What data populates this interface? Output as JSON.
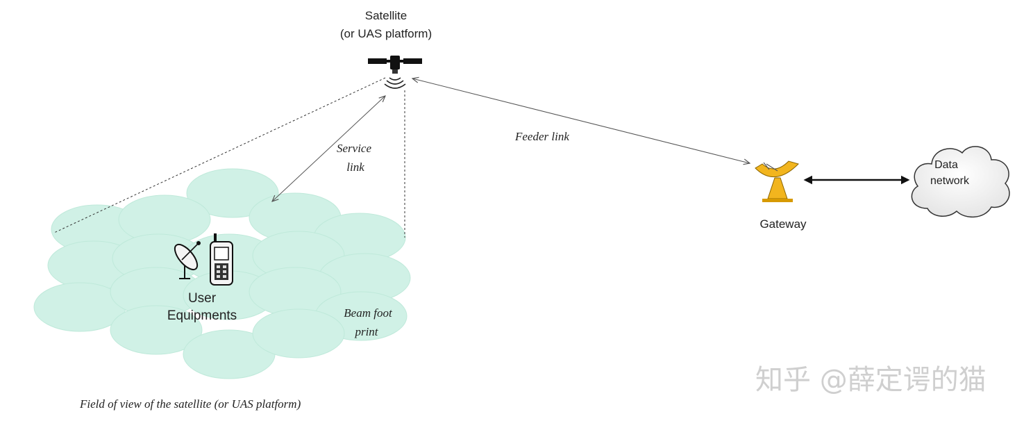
{
  "satellite": {
    "line1": "Satellite",
    "line2": "(or UAS platform)"
  },
  "links": {
    "feeder": "Feeder link",
    "service_line1": "Service",
    "service_line2": "link"
  },
  "gateway": {
    "label": "Gateway"
  },
  "cloud": {
    "line1": "Data",
    "line2": "network"
  },
  "user_equipment": {
    "line1": "User",
    "line2": "Equipments"
  },
  "beam": {
    "line1": "Beam foot",
    "line2": "print"
  },
  "field_of_view": {
    "caption": "Field of view of the satellite (or UAS platform)"
  },
  "watermark": {
    "text": "知乎 @薛定谔的猫"
  },
  "colors": {
    "beam_fill": "#c8efe2",
    "beam_stroke": "#b4e6d4",
    "gateway_orange": "#f2b51e",
    "line": "#555555"
  }
}
